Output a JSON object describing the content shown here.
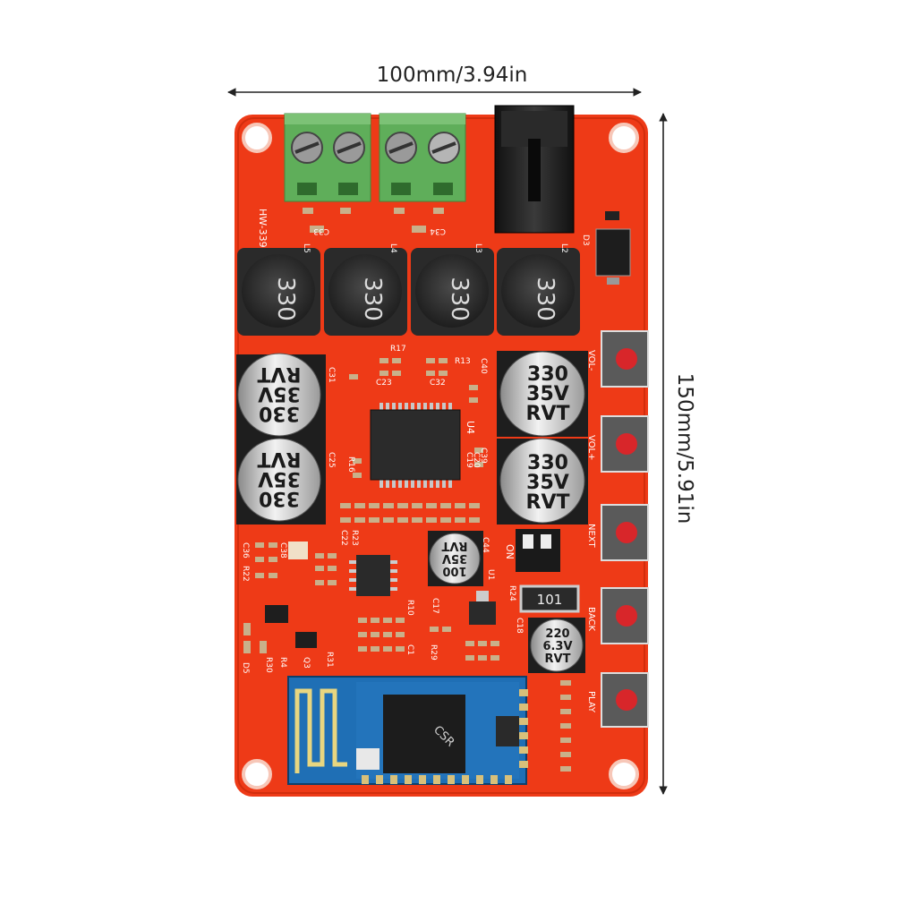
{
  "dimensions": {
    "width_label": "100mm/3.94in",
    "height_label": "150mm/5.91in"
  },
  "board": {
    "model": "HW-339",
    "inductors": [
      "330",
      "330",
      "330",
      "330"
    ],
    "capacitors": {
      "large_left_top": {
        "value": "330",
        "voltage": "35V",
        "brand": "RVT"
      },
      "large_left_bottom": {
        "value": "330",
        "voltage": "35V",
        "brand": "RVT"
      },
      "large_right_top": {
        "value": "330",
        "voltage": "35V",
        "brand": "RVT"
      },
      "large_right_bottom": {
        "value": "330",
        "voltage": "35V",
        "brand": "RVT"
      },
      "small_middle": {
        "value": "100",
        "voltage": "35V",
        "brand": "RVT"
      },
      "small_right": {
        "value": "220",
        "voltage": "6.3V",
        "brand": "RVT"
      }
    },
    "resistor_smd": "101",
    "chip_label": "U4",
    "bluetooth_chip": "CSR",
    "switch_label": "ON",
    "buttons": [
      "VOL-",
      "VOL+",
      "NEXT",
      "BACK",
      "PLAY"
    ],
    "silkscreen": [
      "L5",
      "L4",
      "L3",
      "L2",
      "D3",
      "C31",
      "C25",
      "R16",
      "C40",
      "C39",
      "C19",
      "C20",
      "C36",
      "C38",
      "C22",
      "R23",
      "C44",
      "U1",
      "C17",
      "C18",
      "R24",
      "R22",
      "R10",
      "C1",
      "R29",
      "D5",
      "R30",
      "R4",
      "Q3",
      "R31",
      "C33",
      "C34",
      "C23",
      "C32",
      "R13",
      "R17"
    ]
  },
  "colors": {
    "pcb": "#ee3a17",
    "terminal": "#5fae5a",
    "background": "#ffffff"
  }
}
